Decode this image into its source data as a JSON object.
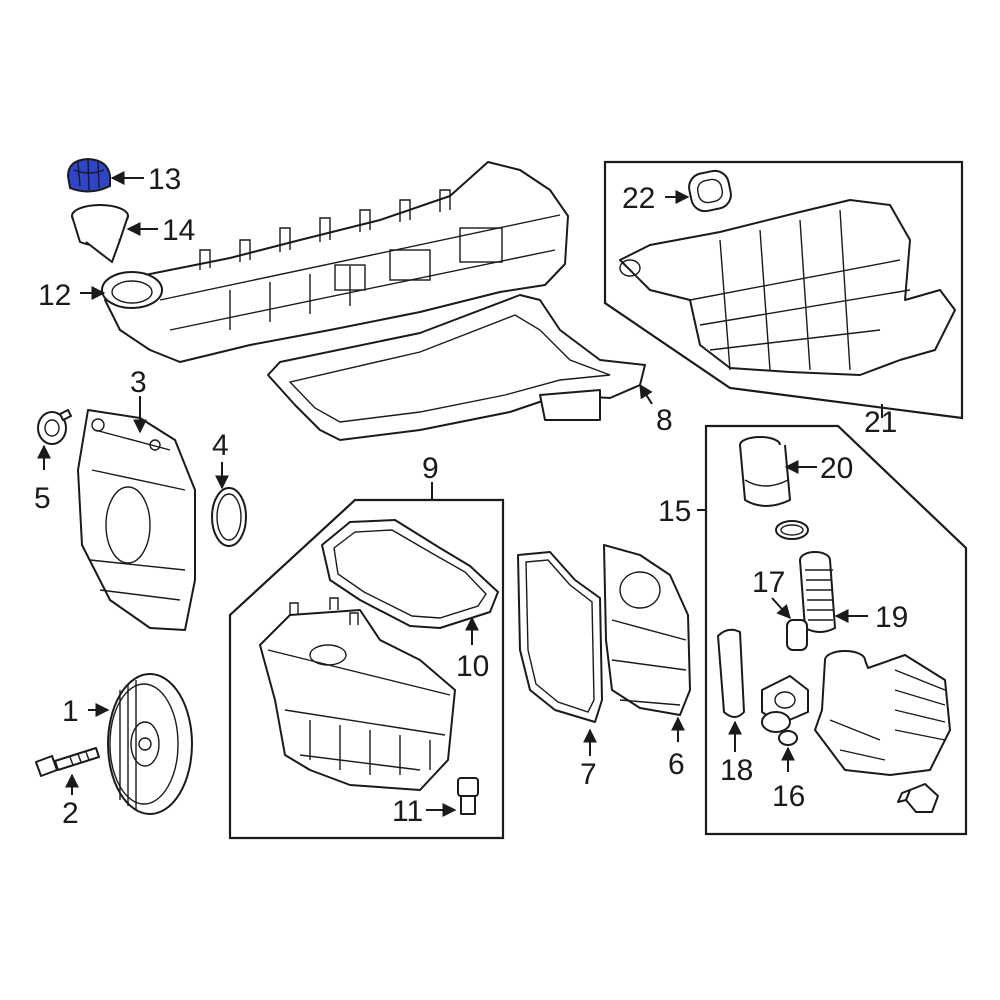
{
  "highlight_color": "#2f45c8",
  "line_color": "#1a1a1a",
  "callouts": {
    "c1": "1",
    "c2": "2",
    "c3": "3",
    "c4": "4",
    "c5": "5",
    "c6": "6",
    "c7": "7",
    "c8": "8",
    "c9": "9",
    "c10": "10",
    "c11": "11",
    "c12": "12",
    "c13": "13",
    "c14": "14",
    "c15": "15",
    "c16": "16",
    "c17": "17",
    "c18": "18",
    "c19": "19",
    "c20": "20",
    "c21": "21",
    "c22": "22"
  },
  "highlighted_part": "13"
}
